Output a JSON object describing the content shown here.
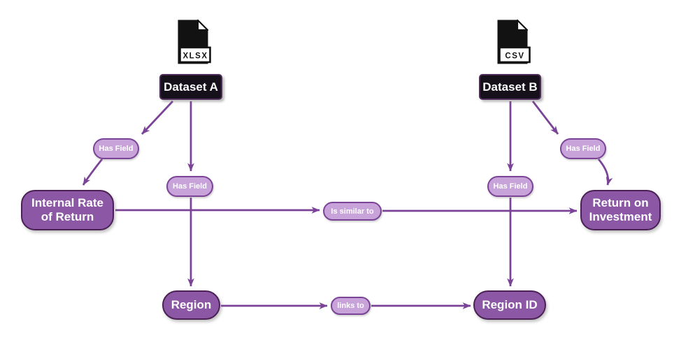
{
  "diagram": {
    "datasets": [
      {
        "id": "dataset-a",
        "label": "Dataset A",
        "file_type": "XLSX"
      },
      {
        "id": "dataset-b",
        "label": "Dataset B",
        "file_type": "CSV"
      }
    ],
    "fields": [
      {
        "id": "internal-rate-of-return",
        "label": "Internal Rate of Return"
      },
      {
        "id": "return-on-investment",
        "label": "Return on Investment"
      },
      {
        "id": "region",
        "label": "Region"
      },
      {
        "id": "region-id",
        "label": "Region ID"
      }
    ],
    "relations": [
      {
        "id": "has-field-a-irr",
        "label": "Has Field"
      },
      {
        "id": "has-field-a-region",
        "label": "Has Field"
      },
      {
        "id": "has-field-b-region-id",
        "label": "Has Field"
      },
      {
        "id": "has-field-b-roi",
        "label": "Has Field"
      },
      {
        "id": "is-similar-to",
        "label": "Is similar to"
      },
      {
        "id": "links-to",
        "label": "links to"
      }
    ],
    "colors": {
      "edge": "#7b4397",
      "field_fill": "#8c58a5",
      "field_border": "#4b2155",
      "label_fill": "#c7a3d9",
      "label_border": "#7b4397",
      "dataset_fill": "#16101a",
      "dataset_border": "#4d2a58",
      "text": "#ffffff"
    }
  }
}
